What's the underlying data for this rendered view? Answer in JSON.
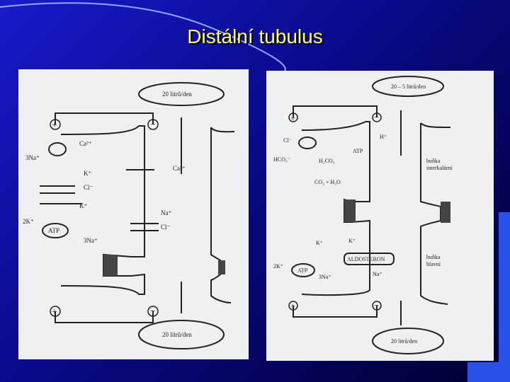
{
  "slide": {
    "title": "Distální tubulus"
  },
  "left_diagram": {
    "flow_top": "20 litrů/den",
    "flow_bottom": "20 litrů/den",
    "ions": {
      "ca_exit": "Ca²⁺",
      "na_3_pump": "3Na⁺",
      "k": "K⁺",
      "cl": "Cl⁻",
      "ca_lumen": "Ca²⁺",
      "k_plus": "K⁺",
      "two_k": "2K⁺",
      "atp": "ATP",
      "three_na": "3Na⁺",
      "na_lumen": "Na⁺",
      "cl_lumen": "Cl⁻"
    }
  },
  "right_diagram": {
    "flow_top": "20 – 5 litrů/den",
    "flow_bottom": "20 litrů/den",
    "ions": {
      "cl": "Cl⁻",
      "hco3": "HCO₃⁻",
      "h2co3": "H₂CO₃",
      "atp_top": "ATP",
      "h_plus": "H⁺",
      "co2_h2o": "CO₂ + H₂O",
      "k": "K⁺",
      "k_plus_lumen": "K⁺",
      "two_k": "2K⁺",
      "atp_bottom": "ATP",
      "three_na": "3Na⁺",
      "na_plus": "Na⁺",
      "aldosteron": "ALDOSTERON"
    },
    "cell_labels": {
      "intercalated_1": "buňka",
      "intercalated_2": "interkalární",
      "principal_1": "buňka",
      "principal_2": "hlavní"
    }
  }
}
